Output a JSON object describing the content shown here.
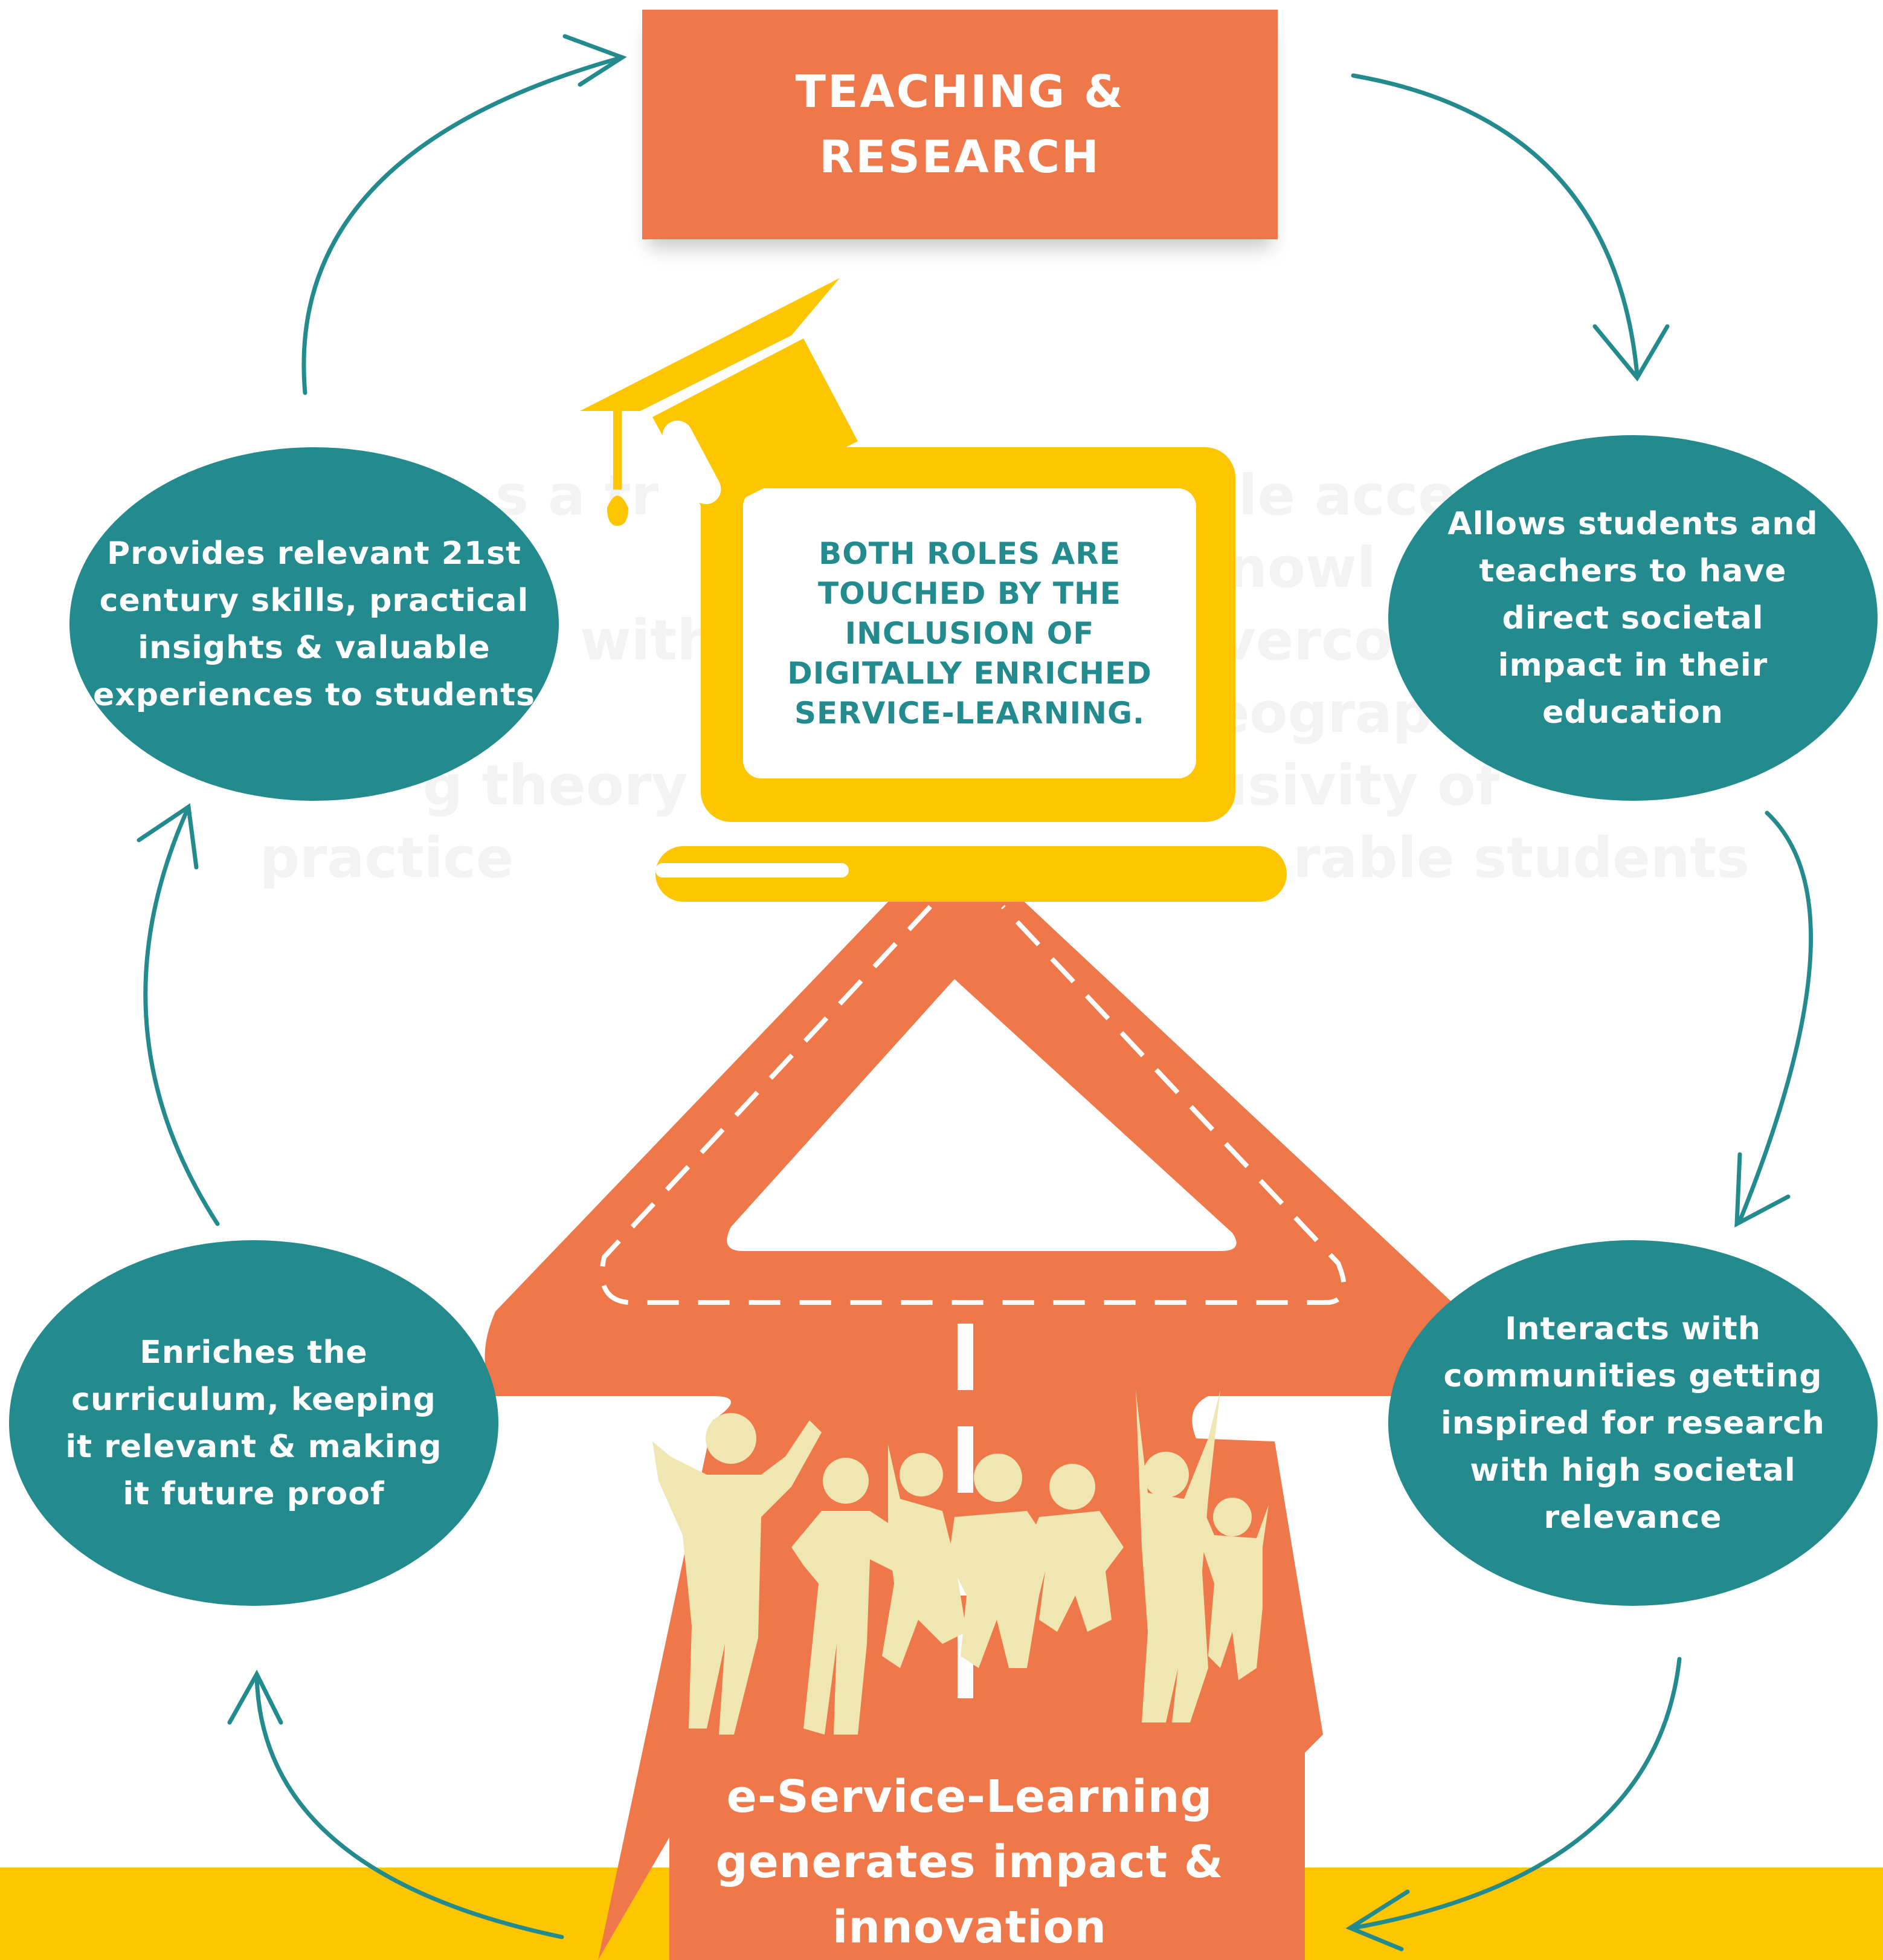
{
  "title": {
    "lines": [
      "TEACHING &",
      "RESEARCH"
    ]
  },
  "laptop": {
    "screen_lines": [
      "BOTH ROLES ARE",
      "TOUCHED BY THE",
      "INCLUSION OF",
      "DIGITALLY ENRICHED",
      "SERVICE-LEARNING."
    ]
  },
  "bubbles": {
    "top_left": [
      "Provides relevant 21st",
      "century skills, practical",
      "insights & valuable",
      "experiences to students"
    ],
    "top_right": [
      "Allows students and",
      "teachers to have",
      "direct societal",
      "impact in their",
      "education"
    ],
    "bottom_left": [
      "Enriches the",
      "curriculum, keeping",
      "it relevant & making",
      "it future proof"
    ],
    "bottom_right": [
      "Interacts with",
      "communities getting",
      "inspired for research",
      "with high societal",
      "relevance"
    ]
  },
  "footer": {
    "lines": [
      "e-Service-Learning",
      "generates impact &",
      "innovation"
    ]
  },
  "colors": {
    "orange": "#ee7849",
    "teal": "#238a8d",
    "yellow": "#fdc600",
    "silhouette": "#f0e6b2",
    "white": "#ffffff"
  },
  "icons": {
    "laptop": "laptop-icon",
    "cap": "graduation-cap-icon",
    "people": "jumping-people-silhouettes",
    "arrows": "cycle-arrow-icon"
  }
}
